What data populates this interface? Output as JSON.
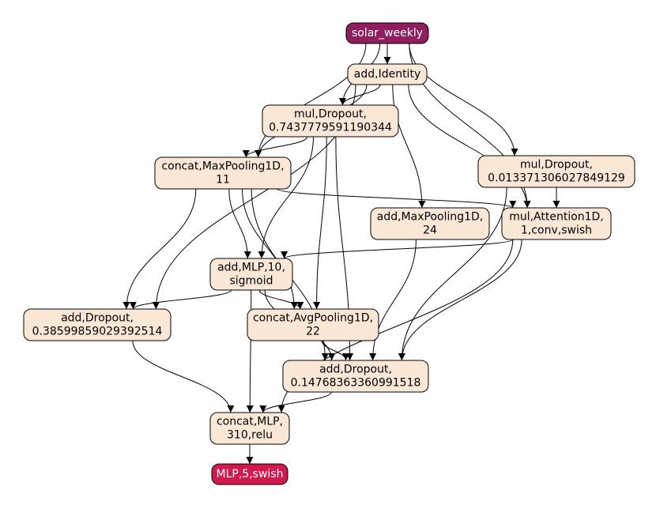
{
  "nodes": {
    "solar_weekly": {
      "lines": [
        "solar_weekly"
      ],
      "kind": "input",
      "color": "#8e1e5e"
    },
    "add_identity": {
      "lines": [
        "add,Identity"
      ],
      "kind": "op"
    },
    "mul_dropout_074": {
      "lines": [
        "mul,Dropout,",
        "0.7437779591190344"
      ],
      "kind": "op"
    },
    "concat_maxpool": {
      "lines": [
        "concat,MaxPooling1D,",
        "11"
      ],
      "kind": "op"
    },
    "mul_dropout_001": {
      "lines": [
        "mul,Dropout,",
        "0.013371306027849129"
      ],
      "kind": "op"
    },
    "add_maxpool": {
      "lines": [
        "add,MaxPooling1D,",
        "24"
      ],
      "kind": "op"
    },
    "mul_attention": {
      "lines": [
        "mul,Attention1D,",
        "1,conv,swish"
      ],
      "kind": "op"
    },
    "add_mlp": {
      "lines": [
        "add,MLP,10,",
        "sigmoid"
      ],
      "kind": "op"
    },
    "add_dropout_038": {
      "lines": [
        "add,Dropout,",
        "0.38599859029392514"
      ],
      "kind": "op"
    },
    "concat_avgpool": {
      "lines": [
        "concat,AvgPooling1D,",
        "22"
      ],
      "kind": "op"
    },
    "add_dropout_014": {
      "lines": [
        "add,Dropout,",
        "0.14768363360991518"
      ],
      "kind": "op"
    },
    "concat_mlp": {
      "lines": [
        "concat,MLP,",
        "310,relu"
      ],
      "kind": "op"
    },
    "mlp_output": {
      "lines": [
        "MLP,5,swish"
      ],
      "kind": "output",
      "color": "#d1184f"
    }
  },
  "edges": [
    [
      "solar_weekly",
      "add_identity"
    ],
    [
      "solar_weekly",
      "mul_dropout_074"
    ],
    [
      "solar_weekly",
      "concat_maxpool"
    ],
    [
      "solar_weekly",
      "mul_dropout_001"
    ],
    [
      "solar_weekly",
      "mul_attention"
    ],
    [
      "add_identity",
      "mul_dropout_074"
    ],
    [
      "add_identity",
      "concat_maxpool"
    ],
    [
      "add_identity",
      "add_dropout_038"
    ],
    [
      "add_identity",
      "add_maxpool"
    ],
    [
      "add_identity",
      "mul_attention"
    ],
    [
      "mul_dropout_074",
      "concat_maxpool"
    ],
    [
      "mul_dropout_074",
      "add_mlp"
    ],
    [
      "mul_dropout_074",
      "concat_avgpool"
    ],
    [
      "mul_dropout_074",
      "add_dropout_014"
    ],
    [
      "concat_maxpool",
      "mul_attention"
    ],
    [
      "concat_maxpool",
      "add_mlp"
    ],
    [
      "concat_maxpool",
      "add_dropout_038"
    ],
    [
      "concat_maxpool",
      "concat_avgpool"
    ],
    [
      "concat_maxpool",
      "add_dropout_014"
    ],
    [
      "mul_dropout_001",
      "mul_attention"
    ],
    [
      "mul_dropout_001",
      "add_dropout_014"
    ],
    [
      "mul_attention",
      "add_mlp"
    ],
    [
      "mul_attention",
      "add_dropout_014"
    ],
    [
      "mul_attention",
      "concat_mlp"
    ],
    [
      "add_maxpool",
      "add_dropout_014"
    ],
    [
      "add_mlp",
      "add_dropout_038"
    ],
    [
      "add_mlp",
      "concat_avgpool"
    ],
    [
      "add_mlp",
      "add_dropout_014"
    ],
    [
      "add_mlp",
      "concat_mlp"
    ],
    [
      "concat_avgpool",
      "add_dropout_014"
    ],
    [
      "add_dropout_038",
      "concat_mlp"
    ],
    [
      "add_dropout_014",
      "concat_mlp"
    ],
    [
      "concat_mlp",
      "mlp_output"
    ]
  ]
}
